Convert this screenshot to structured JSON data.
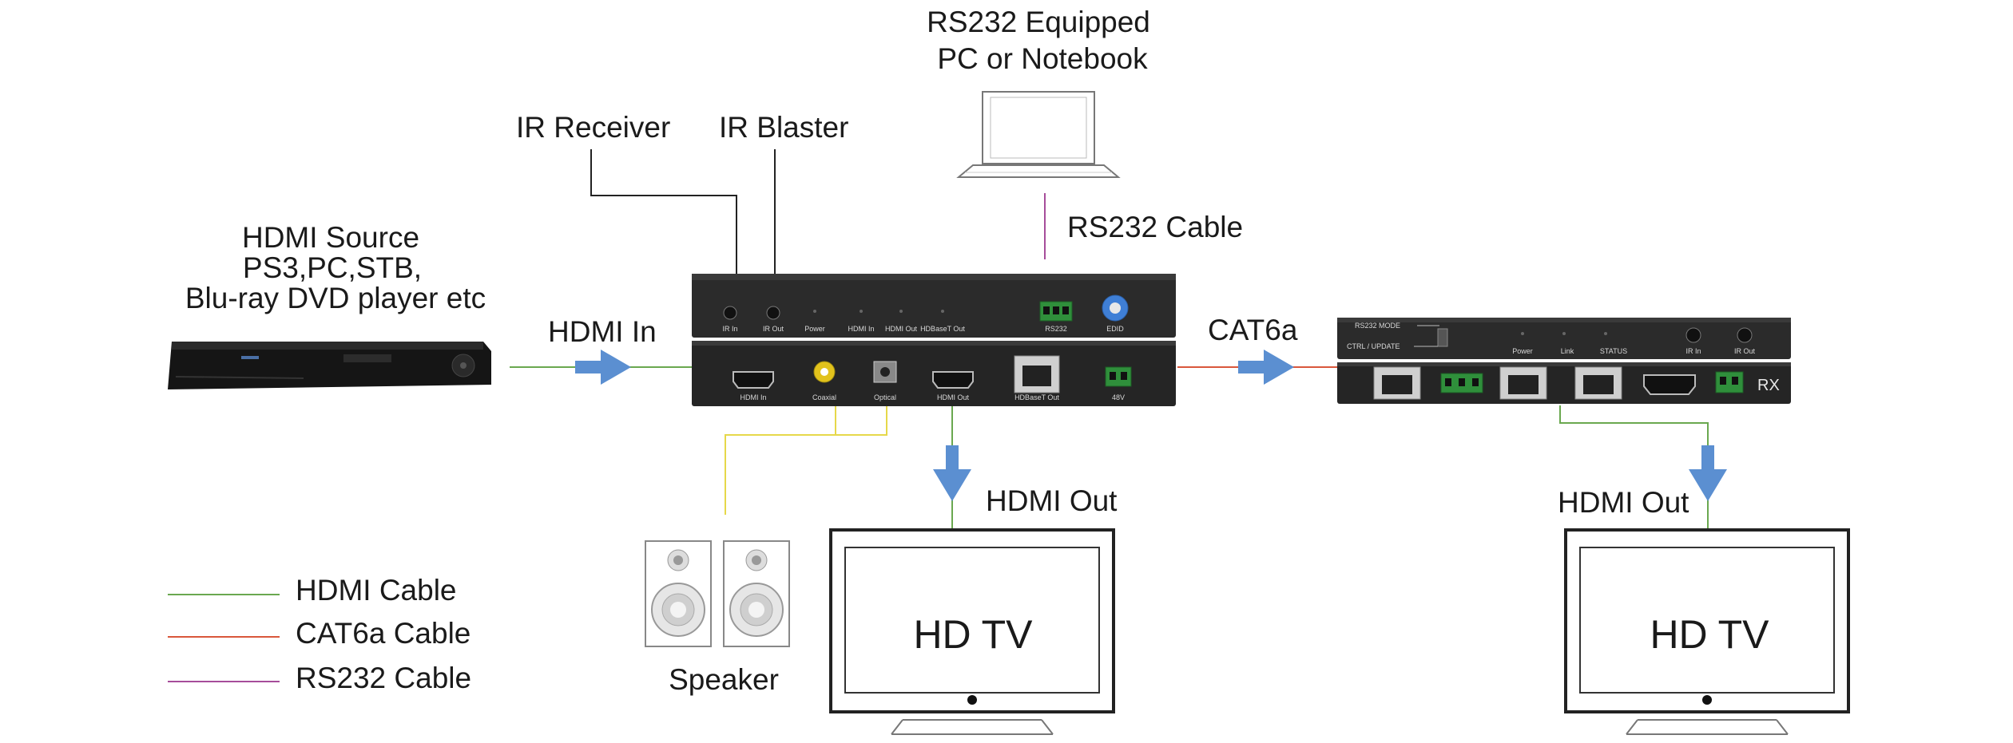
{
  "labels": {
    "rs232_pc": [
      "RS232 Equipped",
      "PC or Notebook"
    ],
    "ir_receiver": "IR Receiver",
    "ir_blaster": "IR Blaster",
    "rs232_cable": "RS232 Cable",
    "hdmi_source": [
      "HDMI Source",
      "PS3,PC,STB,",
      "Blu-ray DVD player etc"
    ],
    "hdmi_in": "HDMI In",
    "cat6a": "CAT6a",
    "hdmi_out_tx": "HDMI Out",
    "hdmi_out_rx": "HDMI Out",
    "speaker": "Speaker",
    "tv_left": "HD TV",
    "tv_right": "HD TV"
  },
  "legend": [
    {
      "label": "HDMI Cable",
      "color": "#6aa84f"
    },
    {
      "label": "CAT6a Cable",
      "color": "#d9573b"
    },
    {
      "label": "RS232 Cable",
      "color": "#a64d9a"
    }
  ],
  "tx_panel": {
    "top": [
      "IR In",
      "IR Out",
      "Power",
      "HDMI In",
      "HDMI Out",
      "HDBaseT Out",
      "RS232",
      "EDID"
    ],
    "bottom": [
      "HDMI In",
      "Coaxial",
      "Optical",
      "HDMI Out",
      "HDBaseT Out",
      "48V"
    ]
  },
  "rx_panel": {
    "top": [
      "RS232 MODE",
      "CTRL / UPDATE",
      "Power",
      "Link",
      "STATUS",
      "IR In",
      "IR Out"
    ],
    "name": "RX"
  },
  "colors": {
    "hdmi": "#6aa84f",
    "cat6a": "#d9573b",
    "rs232": "#a64d9a",
    "audio": "#e6d84a",
    "ir": "#222222",
    "arrow": "#5b8fd1"
  }
}
